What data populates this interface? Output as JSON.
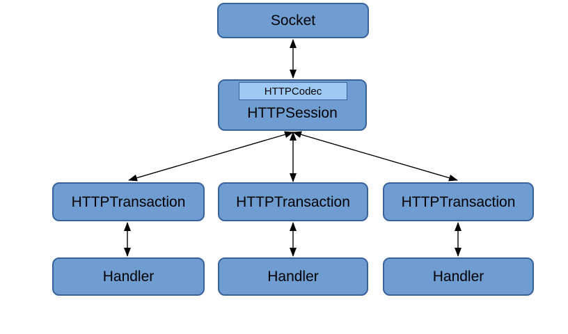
{
  "diagram": {
    "colors": {
      "background": "#ffffff",
      "node_fill": "#6f9cd1",
      "node_border": "#38629c",
      "codec_fill": "#9fc9f5",
      "codec_border": "#38629c",
      "arrow": "#000000"
    },
    "nodes": {
      "socket": {
        "label": "Socket"
      },
      "codec": {
        "label": "HTTPCodec"
      },
      "session": {
        "label": "HTTPSession"
      },
      "transaction_left": {
        "label": "HTTPTransaction"
      },
      "transaction_mid": {
        "label": "HTTPTransaction"
      },
      "transaction_right": {
        "label": "HTTPTransaction"
      },
      "handler_left": {
        "label": "Handler"
      },
      "handler_mid": {
        "label": "Handler"
      },
      "handler_right": {
        "label": "Handler"
      }
    },
    "edges": [
      {
        "from": "socket",
        "to": "session",
        "type": "bidirectional"
      },
      {
        "from": "session",
        "to": "transaction_left",
        "type": "bidirectional"
      },
      {
        "from": "session",
        "to": "transaction_mid",
        "type": "bidirectional"
      },
      {
        "from": "session",
        "to": "transaction_right",
        "type": "bidirectional"
      },
      {
        "from": "transaction_left",
        "to": "handler_left",
        "type": "bidirectional"
      },
      {
        "from": "transaction_mid",
        "to": "handler_mid",
        "type": "bidirectional"
      },
      {
        "from": "transaction_right",
        "to": "handler_right",
        "type": "bidirectional"
      }
    ]
  }
}
